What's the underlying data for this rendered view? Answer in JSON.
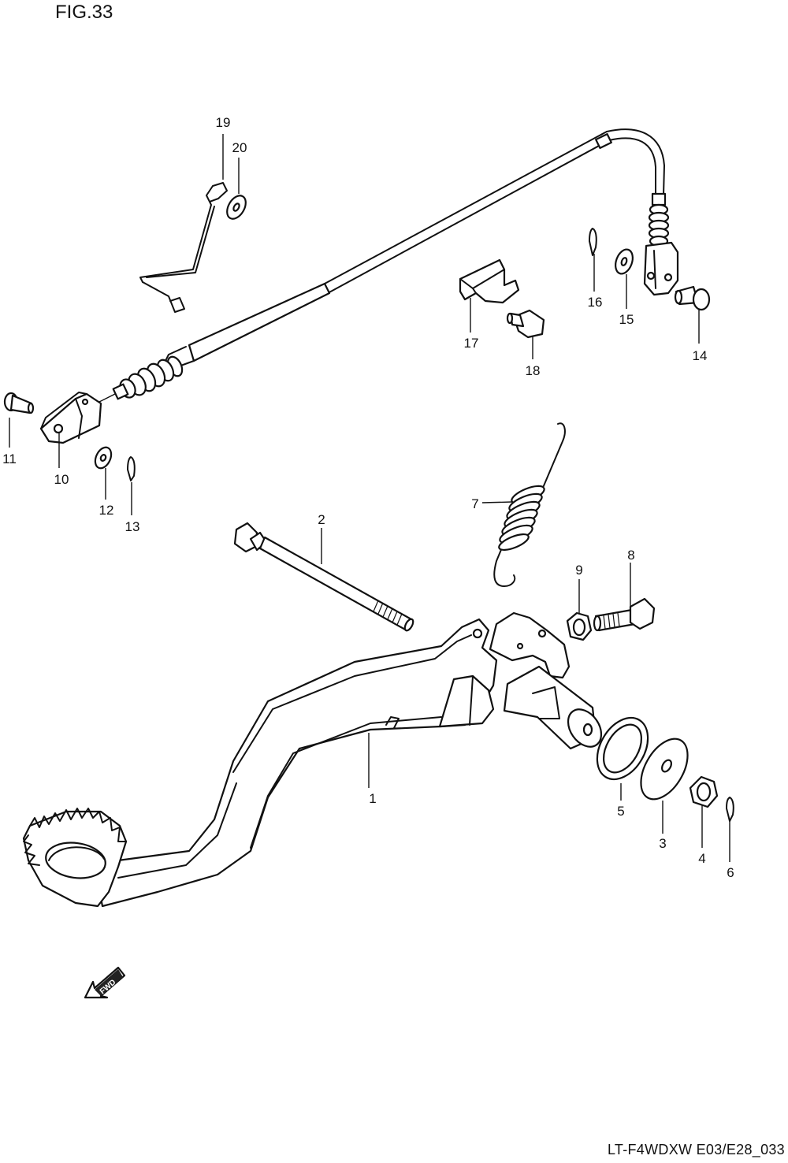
{
  "figure": {
    "title": "FIG.33",
    "code": "LT-F4WDXW E03/E28_033"
  },
  "fwd_label": "FWD",
  "callouts": [
    "1",
    "2",
    "3",
    "4",
    "5",
    "6",
    "7",
    "8",
    "9",
    "10",
    "11",
    "12",
    "13",
    "14",
    "15",
    "16",
    "17",
    "18",
    "19",
    "20"
  ]
}
